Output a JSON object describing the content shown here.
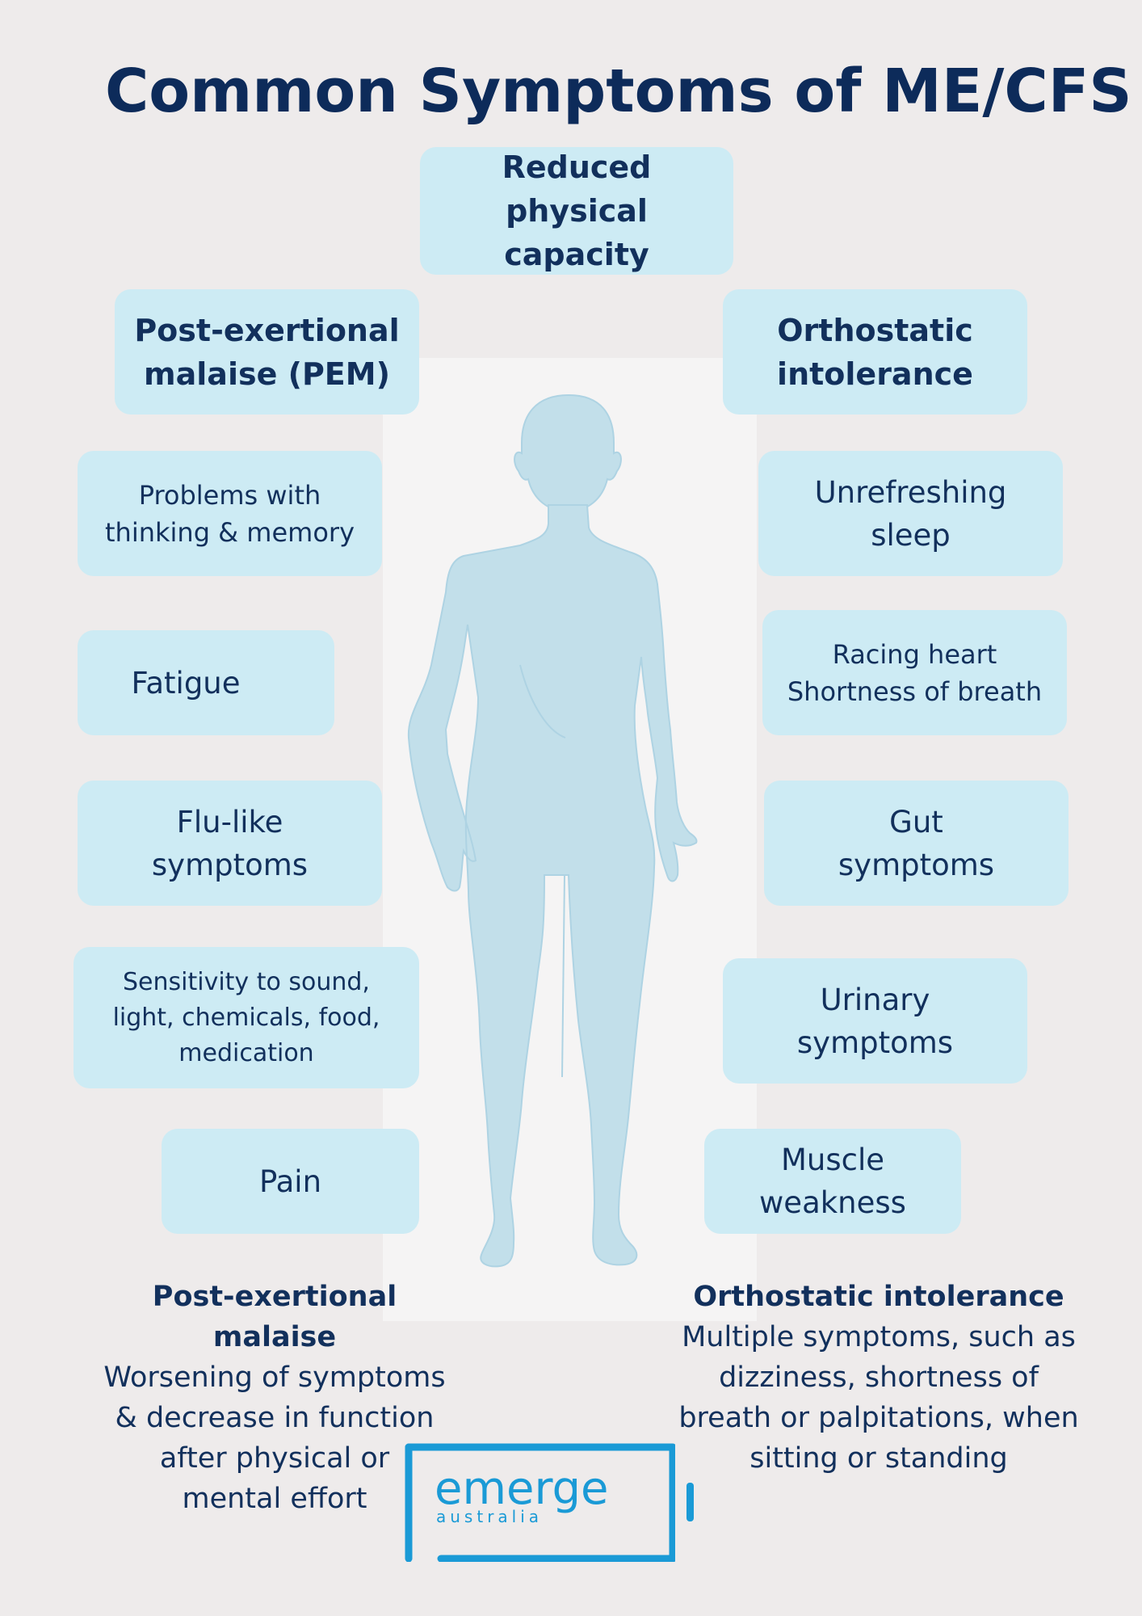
{
  "title": "Common Symptoms of ME/CFS",
  "symptoms": {
    "top": "Reduced physical\ncapacity",
    "left": [
      "Post-exertional\nmalaise (PEM)",
      "Problems with\nthinking & memory",
      "Fatigue",
      "Flu-like\nsymptoms",
      "Sensitivity to sound,\nlight, chemicals, food,\nmedication",
      "Pain"
    ],
    "right": [
      "Orthostatic\nintolerance",
      "Unrefreshing\nsleep",
      "Racing heart\nShortness of breath",
      "Gut\nsymptoms",
      "Urinary\nsymptoms",
      "Muscle\nweakness"
    ]
  },
  "definitions": {
    "pem": {
      "heading": "Post-exertional malaise",
      "text": "Worsening of  symptoms\n& decrease in function\nafter physical or\nmental effort"
    },
    "oi": {
      "heading": "Orthostatic intolerance",
      "text": "Multiple symptoms, such as\ndizziness, shortness of\nbreath or palpitations, when\nsitting or standing"
    }
  },
  "logo": {
    "name": "emerge",
    "subtitle": "australia"
  },
  "colors": {
    "background": "#eeebeb",
    "box": "#cdebf4",
    "title": "#0d2b5a",
    "body_figure": "#c2dfea",
    "logo_blue": "#1a9ad6"
  }
}
